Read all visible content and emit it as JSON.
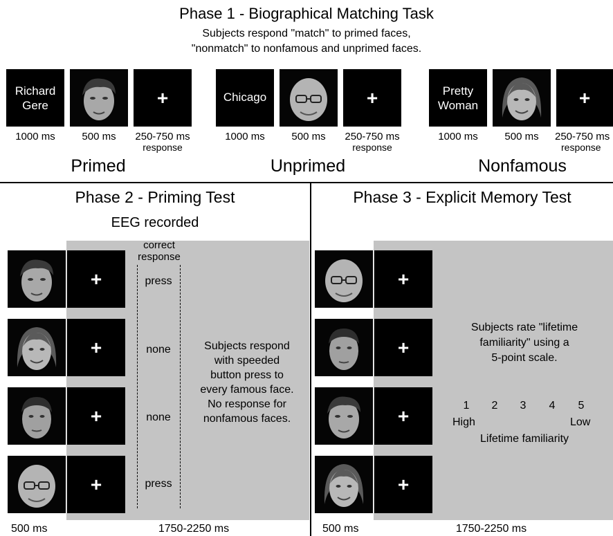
{
  "phase1": {
    "title": "Phase 1 - Biographical Matching Task",
    "subtitle_line1": "Subjects respond \"match\" to primed faces,",
    "subtitle_line2": "\"nonmatch\" to nonfamous and unprimed faces.",
    "groups": [
      {
        "name_line1": "Richard",
        "name_line2": "Gere",
        "t1": "1000 ms",
        "t2": "500 ms",
        "t3": "250-750 ms",
        "t3b": "response",
        "condition": "Primed",
        "face": "young-man-face"
      },
      {
        "name_line1": "Chicago",
        "name_line2": "",
        "t1": "1000 ms",
        "t2": "500 ms",
        "t3": "250-750 ms",
        "t3b": "response",
        "condition": "Unprimed",
        "face": "elderly-man-glasses-face"
      },
      {
        "name_line1": "Pretty",
        "name_line2": "Woman",
        "t1": "1000 ms",
        "t2": "500 ms",
        "t3": "250-750 ms",
        "t3b": "response",
        "condition": "Nonfamous",
        "face": "woman-face"
      }
    ],
    "fixation": "+"
  },
  "phase2": {
    "title": "Phase 2 - Priming Test",
    "subtitle": "EEG recorded",
    "header_line1": "correct",
    "header_line2": "response",
    "rows": [
      {
        "response": "press",
        "face": "young-man-face"
      },
      {
        "response": "none",
        "face": "woman-face"
      },
      {
        "response": "none",
        "face": "man-face"
      },
      {
        "response": "press",
        "face": "elderly-man-glasses-face"
      }
    ],
    "instruction": [
      "Subjects respond",
      "with speeded",
      "button press to",
      "every famous face.",
      "No response for",
      "nonfamous faces."
    ],
    "time_face": "500 ms",
    "time_fix": "1750-2250 ms"
  },
  "phase3": {
    "title": "Phase 3 - Explicit Memory Test",
    "faces": [
      "elderly-man-glasses-face",
      "man-face",
      "young-man-face",
      "woman-face"
    ],
    "instruction": [
      "Subjects rate \"lifetime",
      "familiarity\" using a",
      "5-point scale."
    ],
    "scale": [
      "1",
      "2",
      "3",
      "4",
      "5"
    ],
    "scale_high": "High",
    "scale_low": "Low",
    "scale_label": "Lifetime familiarity",
    "time_face": "500 ms",
    "time_fix": "1750-2250 ms"
  }
}
